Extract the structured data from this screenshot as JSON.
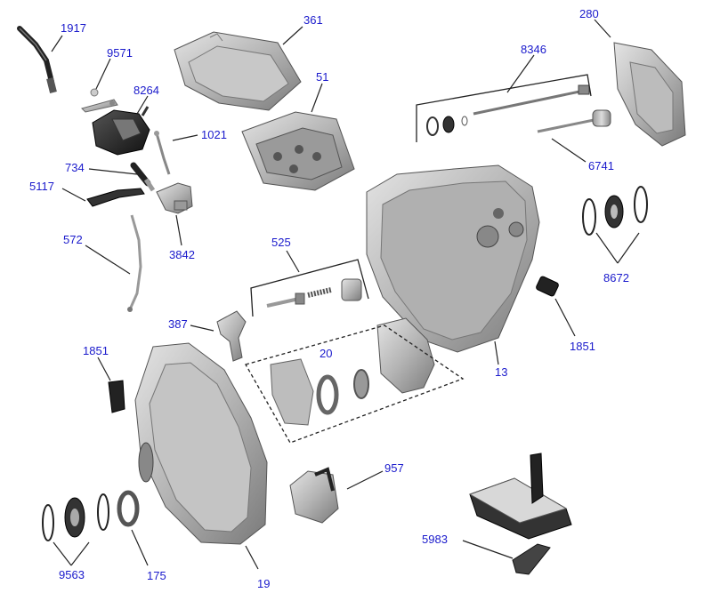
{
  "diagram": {
    "label_color": "#1a1acc",
    "callouts": [
      {
        "id": "1917",
        "label": "1917"
      },
      {
        "id": "9571",
        "label": "9571"
      },
      {
        "id": "8264",
        "label": "8264"
      },
      {
        "id": "1021",
        "label": "1021"
      },
      {
        "id": "734",
        "label": "734"
      },
      {
        "id": "5117",
        "label": "5117"
      },
      {
        "id": "572",
        "label": "572"
      },
      {
        "id": "3842",
        "label": "3842"
      },
      {
        "id": "361",
        "label": "361"
      },
      {
        "id": "51",
        "label": "51"
      },
      {
        "id": "8346",
        "label": "8346"
      },
      {
        "id": "280",
        "label": "280"
      },
      {
        "id": "6741",
        "label": "6741"
      },
      {
        "id": "8672",
        "label": "8672"
      },
      {
        "id": "525",
        "label": "525"
      },
      {
        "id": "387",
        "label": "387"
      },
      {
        "id": "20",
        "label": "20"
      },
      {
        "id": "1851a",
        "label": "1851"
      },
      {
        "id": "1851b",
        "label": "1851"
      },
      {
        "id": "13",
        "label": "13"
      },
      {
        "id": "957",
        "label": "957"
      },
      {
        "id": "5983",
        "label": "5983"
      },
      {
        "id": "9563",
        "label": "9563"
      },
      {
        "id": "175",
        "label": "175"
      },
      {
        "id": "19",
        "label": "19"
      }
    ]
  }
}
